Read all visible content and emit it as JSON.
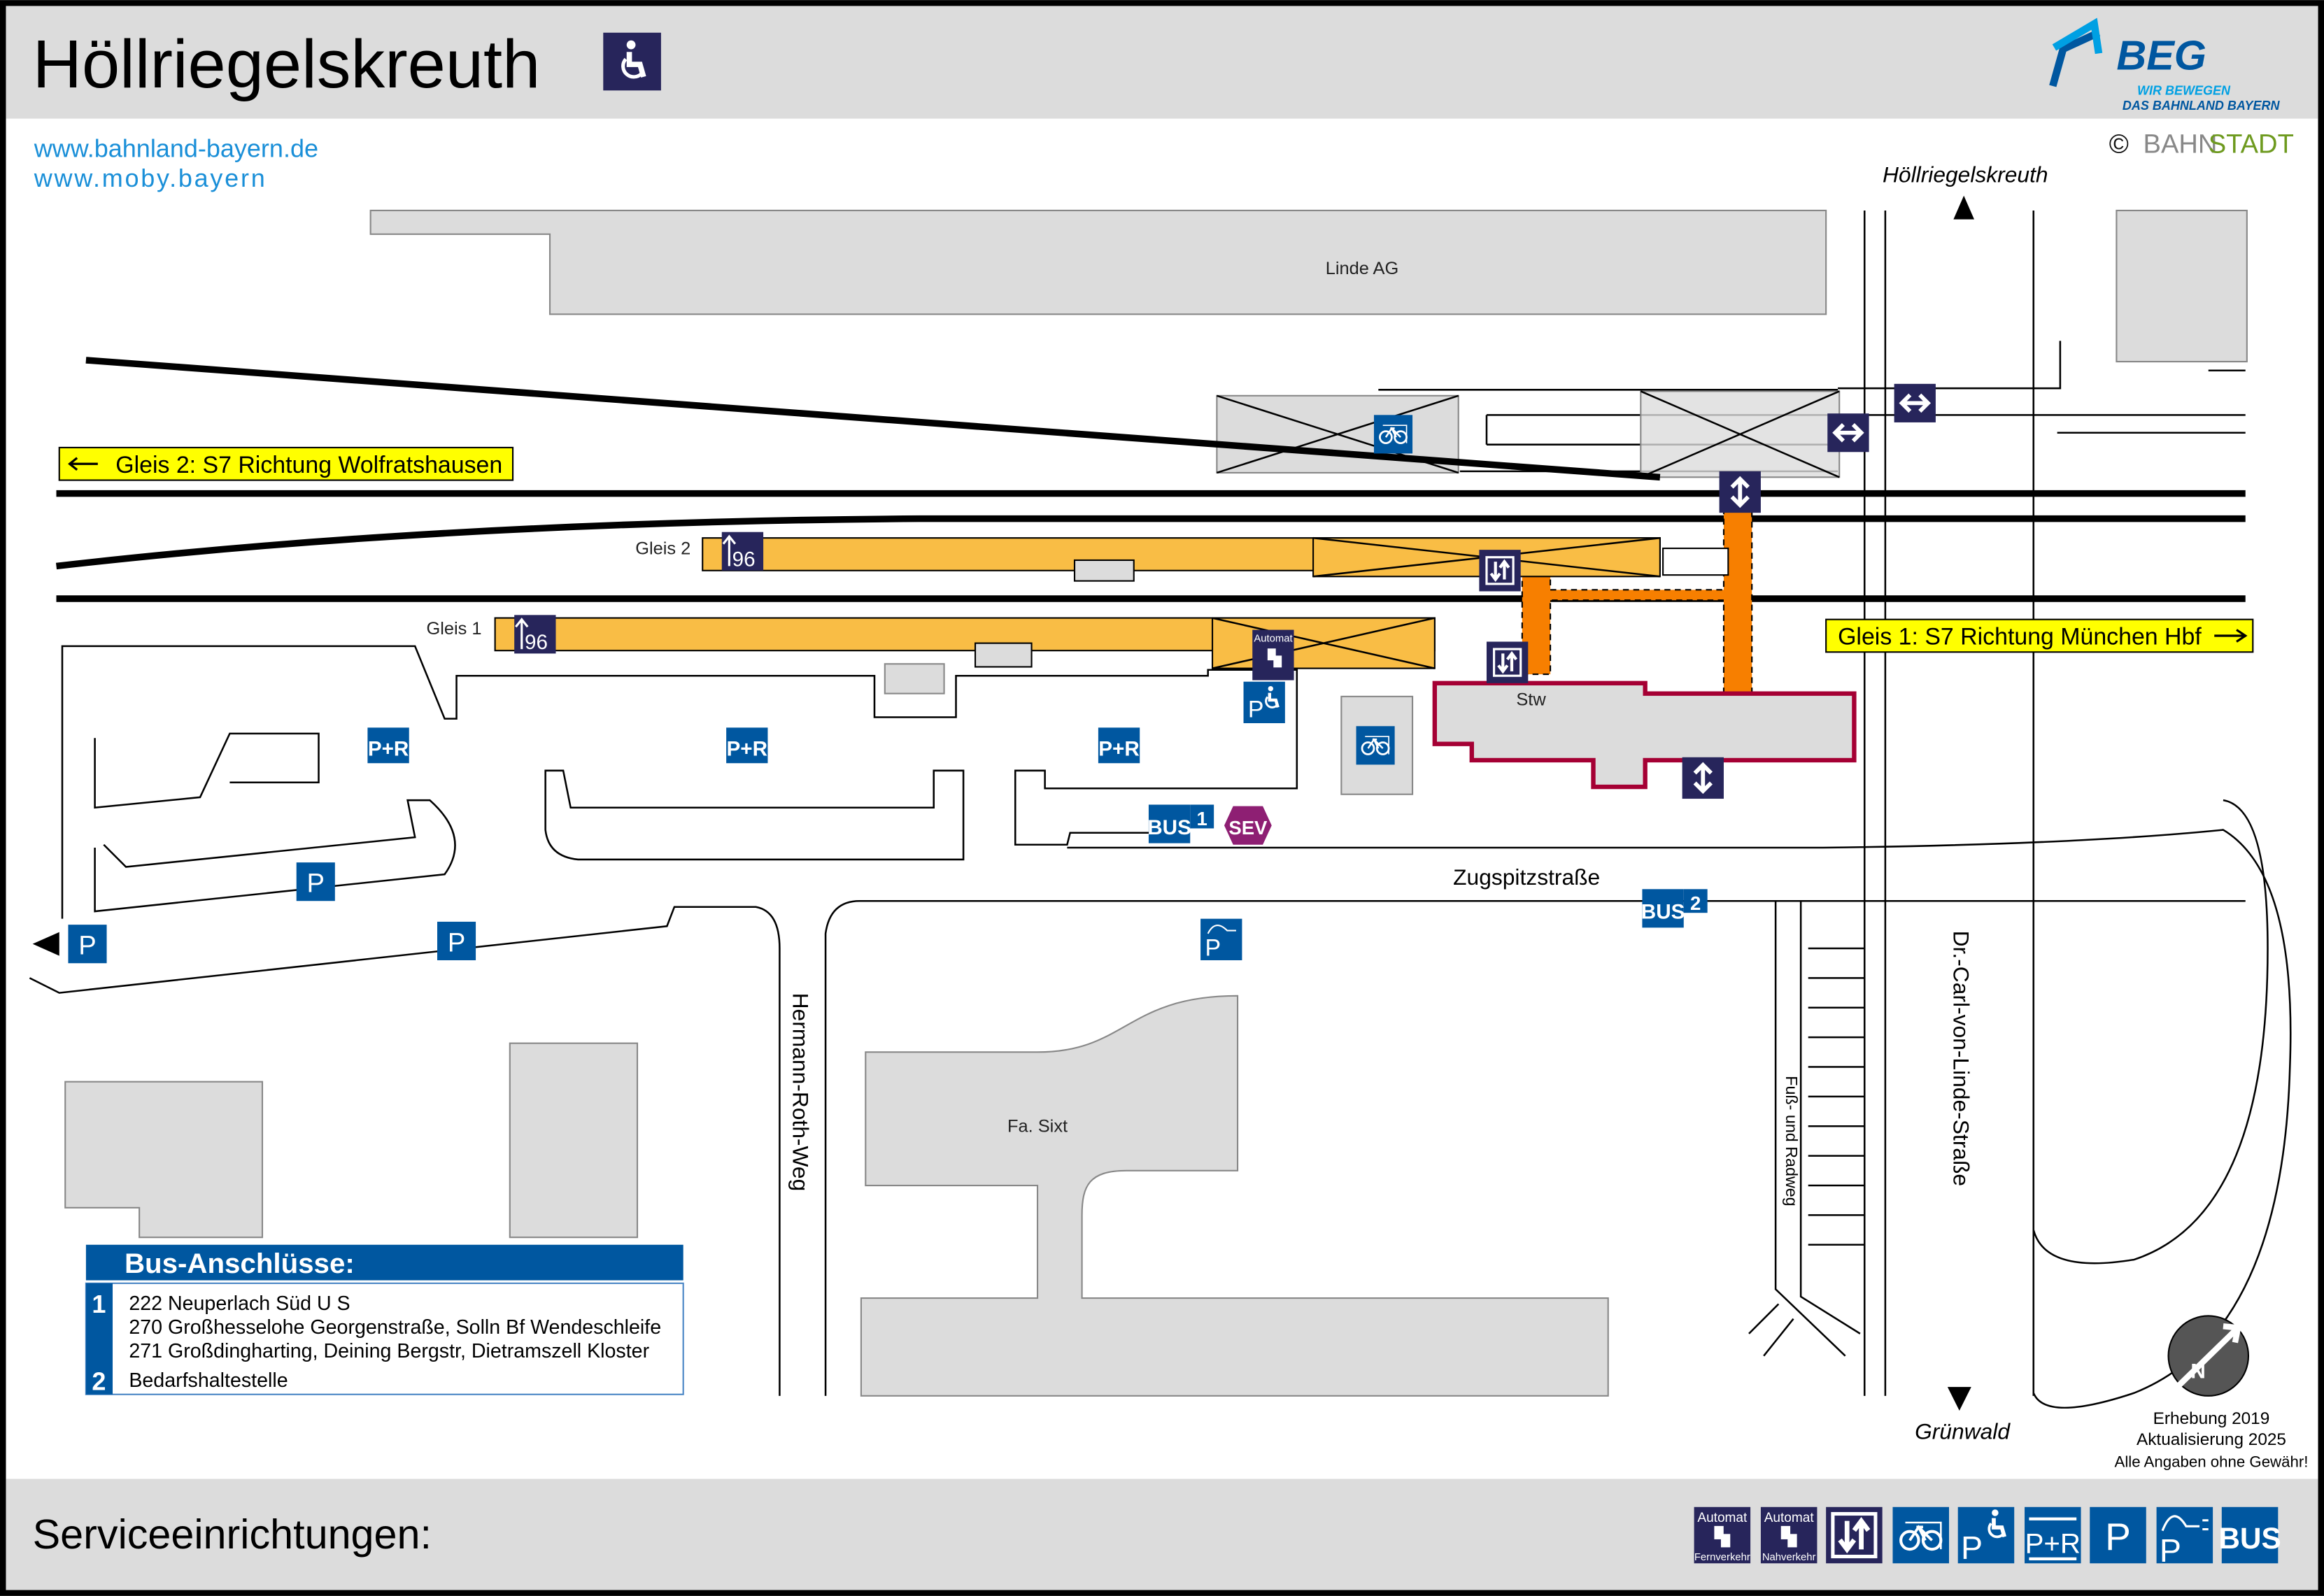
{
  "header": {
    "title": "Höllriegelskreuth",
    "accessible_icon": "wheelchair-icon",
    "urls": [
      "www.bahnland-bayern.de",
      "www.moby.bayern"
    ],
    "logo": {
      "name": "BEG",
      "tagline1": "WIR BEWEGEN",
      "tagline2": "DAS BAHNLAND BAYERN"
    },
    "copyright": {
      "symbol": "©",
      "part1": "BAHN",
      "part2": "STADT"
    }
  },
  "map": {
    "buildings": {
      "linde": "Linde AG",
      "sixt": "Fa. Sixt",
      "stw": "Stw"
    },
    "platforms": {
      "gleis2": "Gleis 2",
      "gleis1": "Gleis 1",
      "line_number": "96"
    },
    "direction_signs": {
      "gleis2": "Gleis 2: S7 Richtung Wolfratshausen",
      "gleis1": "Gleis 1: S7 Richtung München Hbf"
    },
    "streets": {
      "zugspitz": "Zugspitzstraße",
      "hermann": "Hermann-Roth-Weg",
      "linde": "Dr.-Carl-von-Linde-Straße",
      "fussweg": "Fuß- und Radweg"
    },
    "directions": {
      "north": "Höllriegelskreuth",
      "south": "Grünwald"
    },
    "icons": {
      "pr": "P+R",
      "p": "P",
      "bus": "BUS",
      "sev": "SEV",
      "automat": "Automat",
      "bus_stop_1": "1",
      "bus_stop_2": "2"
    },
    "compass": "N"
  },
  "bus_connections": {
    "title": "Bus-Anschlüsse:",
    "stops": [
      {
        "number": "1",
        "lines": [
          "222 Neuperlach Süd U S",
          "270 Großhesselohe Georgenstraße, Solln Bf Wendeschleife",
          "271 Großdingharting, Deining Bergstr, Dietramszell Kloster"
        ]
      },
      {
        "number": "2",
        "lines": [
          "Bedarfshaltestelle"
        ]
      }
    ]
  },
  "survey": {
    "line1": "Erhebung 2019",
    "line2": "Aktualisierung 2025",
    "line3": "Alle Angaben ohne Gewähr!"
  },
  "footer": {
    "title": "Serviceeinrichtungen:",
    "icons": [
      {
        "name": "ticket-machine-long-distance-icon",
        "top": "Automat",
        "bottom": "Fernverkehr"
      },
      {
        "name": "ticket-machine-regional-icon",
        "top": "Automat",
        "bottom": "Nahverkehr"
      },
      {
        "name": "elevator-icon"
      },
      {
        "name": "bike-parking-icon"
      },
      {
        "name": "disabled-parking-icon",
        "label": "P"
      },
      {
        "name": "park-and-ride-icon",
        "label": "P+R"
      },
      {
        "name": "parking-icon",
        "label": "P"
      },
      {
        "name": "ev-charging-parking-icon",
        "label": "P"
      },
      {
        "name": "bus-icon",
        "label": "BUS"
      }
    ]
  },
  "colors": {
    "brand_blue": "#0057a0",
    "navy": "#27255b",
    "platform": "#f9bd45",
    "access_path": "#f77f00",
    "sign_yellow": "#ffff00",
    "sev": "#8e1f73",
    "stw_border": "#a50034"
  }
}
